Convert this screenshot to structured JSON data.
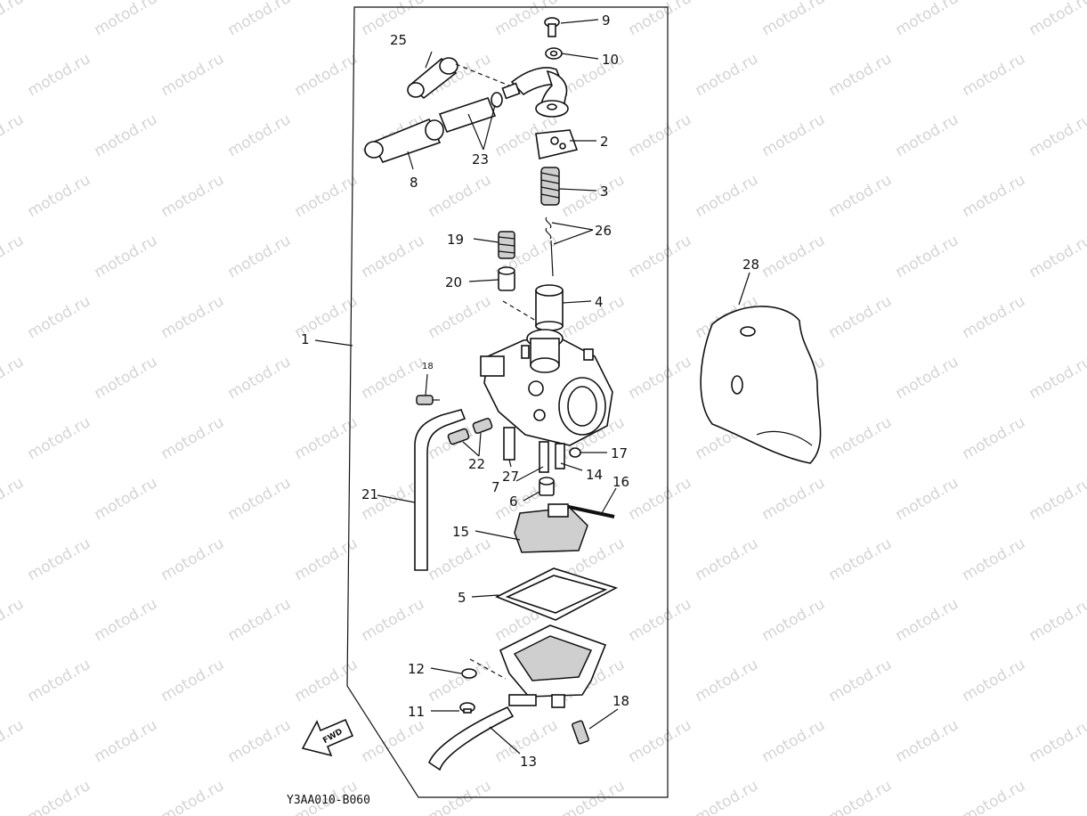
{
  "watermark": "motod.ru",
  "drawing_code": "Y3AA010-B060",
  "fwd_label": "FWD",
  "callouts": {
    "c1": "1",
    "c2": "2",
    "c3": "3",
    "c4": "4",
    "c5": "5",
    "c6": "6",
    "c7": "7",
    "c8": "8",
    "c9": "9",
    "c10": "10",
    "c11": "11",
    "c12": "12",
    "c13": "13",
    "c14": "14",
    "c15": "15",
    "c16": "16",
    "c17": "17",
    "c18a": "18",
    "c18b": "18",
    "c19": "19",
    "c20": "20",
    "c21": "21",
    "c22": "22",
    "c23": "23",
    "c25": "25",
    "c26": "26",
    "c27": "27",
    "c28": "28"
  }
}
